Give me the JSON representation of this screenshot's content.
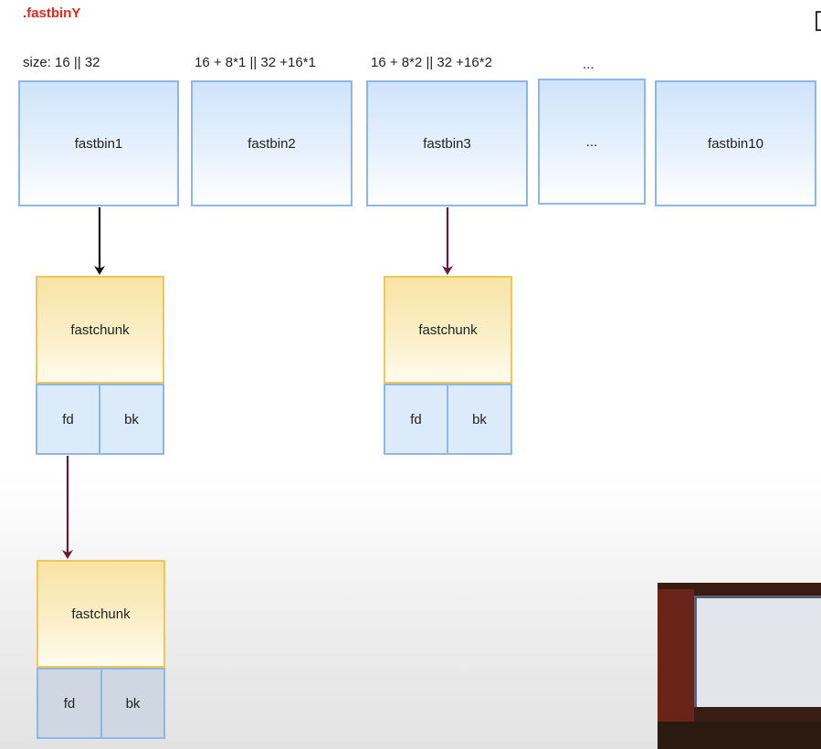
{
  "title": ".fastbinY",
  "size_labels": [
    "size: 16  || 32",
    "16 + 8*1 || 32 +16*1",
    "16 + 8*2 || 32 +16*2",
    "..."
  ],
  "bins": [
    "fastbin1",
    "fastbin2",
    "fastbin3",
    "...",
    "fastbin10"
  ],
  "chunks": [
    {
      "label": "fastchunk",
      "fd": "fd",
      "bk": "bk"
    },
    {
      "label": "fastchunk",
      "fd": "fd",
      "bk": "bk"
    },
    {
      "label": "fastchunk",
      "fd": "fd",
      "bk": "bk"
    }
  ],
  "colors": {
    "title": "#e8261c",
    "bin_border": "#8eb6e6",
    "chunk_border": "#ecc85a",
    "arrow_black": "#111111",
    "arrow_maroon": "#6b1a3a"
  }
}
